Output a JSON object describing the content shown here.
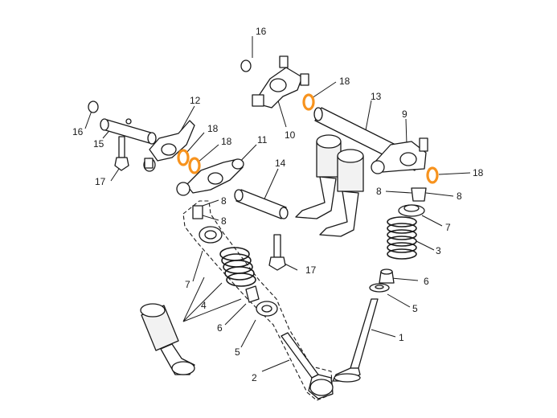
{
  "colors": {
    "line": "#1a1a1a",
    "highlight": "#f7931e",
    "background": "#ffffff"
  },
  "callouts": [
    {
      "id": "c1",
      "text": "1"
    },
    {
      "id": "c2",
      "text": "2"
    },
    {
      "id": "c3",
      "text": "3"
    },
    {
      "id": "c4",
      "text": "4"
    },
    {
      "id": "c5a",
      "text": "5"
    },
    {
      "id": "c5b",
      "text": "5"
    },
    {
      "id": "c6a",
      "text": "6"
    },
    {
      "id": "c6b",
      "text": "6"
    },
    {
      "id": "c7a",
      "text": "7"
    },
    {
      "id": "c7b",
      "text": "7"
    },
    {
      "id": "c8a",
      "text": "8"
    },
    {
      "id": "c8b",
      "text": "8"
    },
    {
      "id": "c8c",
      "text": "8"
    },
    {
      "id": "c8d",
      "text": "8"
    },
    {
      "id": "c9",
      "text": "9"
    },
    {
      "id": "c10",
      "text": "10"
    },
    {
      "id": "c11",
      "text": "11"
    },
    {
      "id": "c12",
      "text": "12"
    },
    {
      "id": "c13",
      "text": "13"
    },
    {
      "id": "c14",
      "text": "14"
    },
    {
      "id": "c15",
      "text": "15"
    },
    {
      "id": "c16a",
      "text": "16"
    },
    {
      "id": "c16b",
      "text": "16"
    },
    {
      "id": "c17a",
      "text": "17"
    },
    {
      "id": "c17b",
      "text": "17"
    },
    {
      "id": "c18a",
      "text": "18"
    },
    {
      "id": "c18b",
      "text": "18"
    },
    {
      "id": "c18c",
      "text": "18"
    },
    {
      "id": "c18d",
      "text": "18"
    }
  ]
}
